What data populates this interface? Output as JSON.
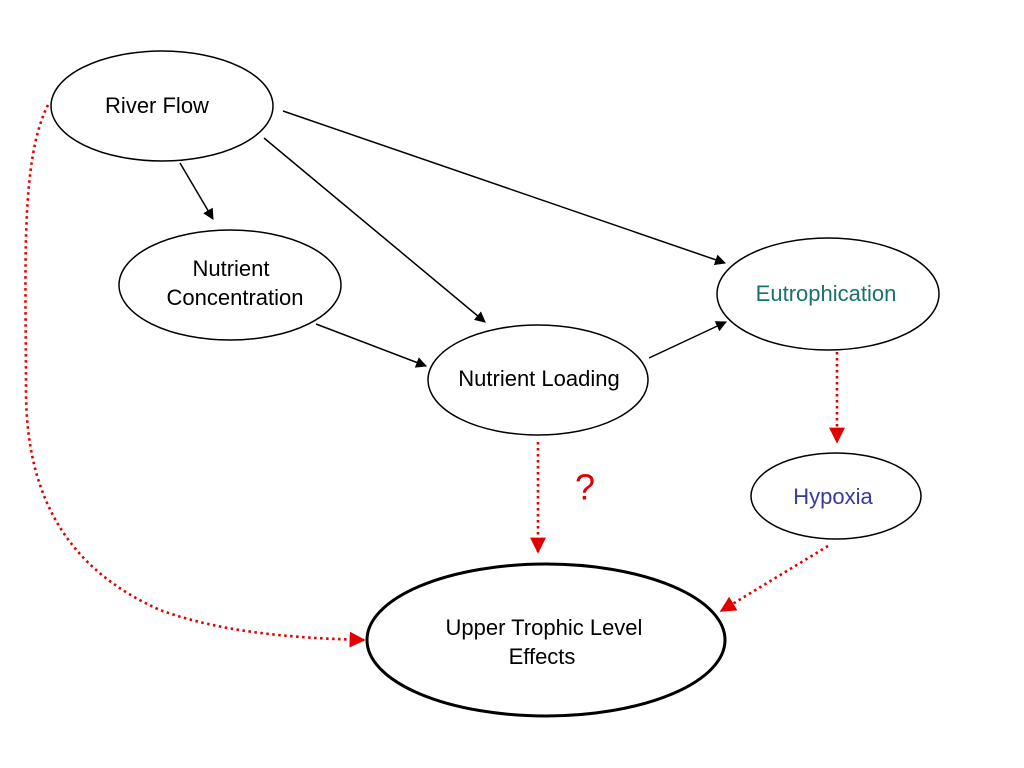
{
  "nodes": {
    "river_flow": {
      "label": "River Flow",
      "color": "#000000"
    },
    "nutrient_concentration": {
      "line1": "Nutrient",
      "line2": "Concentration",
      "color": "#000000"
    },
    "nutrient_loading": {
      "label": "Nutrient Loading",
      "color": "#000000"
    },
    "eutrophication": {
      "label": "Eutrophication",
      "color": "#1a7070"
    },
    "hypoxia": {
      "label": "Hypoxia",
      "color": "#3a3a9a"
    },
    "upper_trophic": {
      "line1": "Upper Trophic Level",
      "line2": "Effects",
      "color": "#000000"
    }
  },
  "edges": [
    {
      "from": "River Flow",
      "to": "Nutrient Concentration",
      "style": "solid",
      "color": "#000000"
    },
    {
      "from": "River Flow",
      "to": "Nutrient Loading",
      "style": "solid",
      "color": "#000000"
    },
    {
      "from": "River Flow",
      "to": "Eutrophication",
      "style": "solid",
      "color": "#000000"
    },
    {
      "from": "Nutrient Concentration",
      "to": "Nutrient Loading",
      "style": "solid",
      "color": "#000000"
    },
    {
      "from": "Nutrient Loading",
      "to": "Eutrophication",
      "style": "solid",
      "color": "#000000"
    },
    {
      "from": "Eutrophication",
      "to": "Hypoxia",
      "style": "dotted",
      "color": "#e00000"
    },
    {
      "from": "Hypoxia",
      "to": "Upper Trophic Level Effects",
      "style": "dotted",
      "color": "#e00000"
    },
    {
      "from": "Nutrient Loading",
      "to": "Upper Trophic Level Effects",
      "style": "dotted",
      "color": "#e00000"
    },
    {
      "from": "River Flow",
      "to": "Upper Trophic Level Effects",
      "style": "dotted",
      "color": "#e00000"
    }
  ],
  "annotation": {
    "text": "?",
    "color": "#e00000"
  }
}
